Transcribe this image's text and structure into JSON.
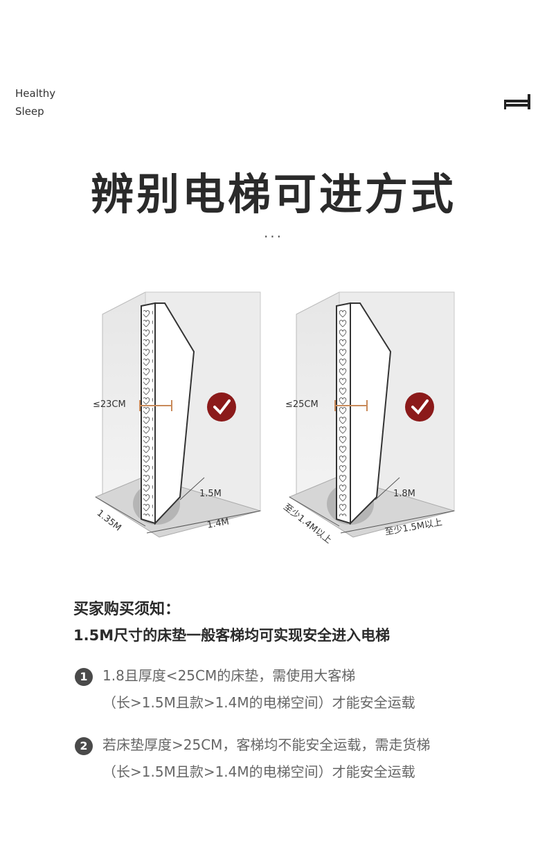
{
  "brand": {
    "line1": "Healthy",
    "line2": "Sleep"
  },
  "title": "辨别电梯可进方式",
  "dots": "···",
  "figures": [
    {
      "thickness": "≤23CM",
      "depth": "1.5M",
      "width": "1.4M",
      "side": "1.35M"
    },
    {
      "thickness": "≤25CM",
      "depth": "1.8M",
      "width": "至少1.5M以上",
      "side": "至少1.4M以上"
    }
  ],
  "notice": {
    "title": "买家购买须知：",
    "subtitle": "1.5M尺寸的床垫一般客梯均可实现安全进入电梯",
    "items": [
      {
        "num": "1",
        "line1": "1.8且厚度<25CM的床垫，需使用大客梯",
        "line2": "（长>1.5M且款>1.4M的电梯空间）才能安全运载"
      },
      {
        "num": "2",
        "line1": "若床垫厚度>25CM，客梯均不能安全运载，需走货梯",
        "line2": "（长>1.5M且款>1.4M的电梯空间）才能安全运载"
      }
    ]
  },
  "colors": {
    "check": "#8b1a1a",
    "measure": "#c98a5a"
  }
}
